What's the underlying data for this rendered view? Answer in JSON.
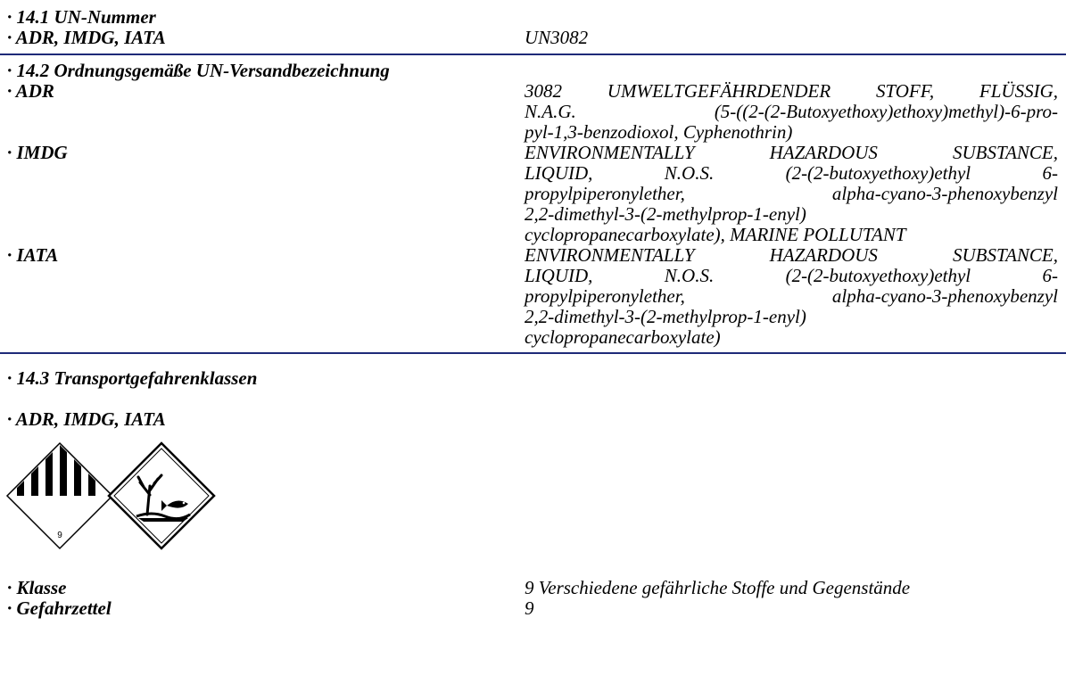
{
  "s141": {
    "title": "· 14.1 UN-Nummer",
    "label": "· ADR, IMDG, IATA",
    "value": "UN3082"
  },
  "s142": {
    "title": "· 14.2 Ordnungsgemäße UN-Versandbezeichnung",
    "adr": {
      "label": "· ADR",
      "lines": [
        "3082 UMWELTGEFÄHRDENDER STOFF, FLÜSSIG,",
        "N.A.G. (5-((2-(2-Butoxyethoxy)ethoxy)methyl)-6-pro-",
        "pyl-1,3-benzodioxol, Cyphenothrin)"
      ]
    },
    "imdg": {
      "label": "· IMDG",
      "lines": [
        "ENVIRONMENTALLY HAZARDOUS SUBSTANCE,",
        "LIQUID, N.O.S. (2-(2-butoxyethoxy)ethyl 6-",
        "propylpiperonylether, alpha-cyano-3-phenoxybenzyl",
        "2,2-dimethyl-3-(2-methylprop-1-enyl)",
        "cyclopropanecarboxylate), MARINE POLLUTANT"
      ]
    },
    "iata": {
      "label": "· IATA",
      "lines": [
        "ENVIRONMENTALLY HAZARDOUS SUBSTANCE,",
        "LIQUID, N.O.S. (2-(2-butoxyethoxy)ethyl 6-",
        "propylpiperonylether, alpha-cyano-3-phenoxybenzyl",
        "2,2-dimethyl-3-(2-methylprop-1-enyl)",
        "cyclopropanecarboxylate)"
      ]
    }
  },
  "s143": {
    "title": "· 14.3 Transportgefahrenklassen",
    "subtitle": "· ADR, IMDG, IATA",
    "pictograms": {
      "class9": {
        "icon": "class-9-hazard-label-icon",
        "number": "9"
      },
      "environment": {
        "icon": "environmental-hazard-icon"
      }
    },
    "klasse_label": "· Klasse",
    "klasse_value": "9 Verschiedene gefährliche Stoffe und Gegenstände",
    "gefahrzettel_label": "· Gefahrzettel",
    "gefahrzettel_value": "9"
  },
  "colors": {
    "rule": "#1e2a78",
    "text": "#000000"
  }
}
